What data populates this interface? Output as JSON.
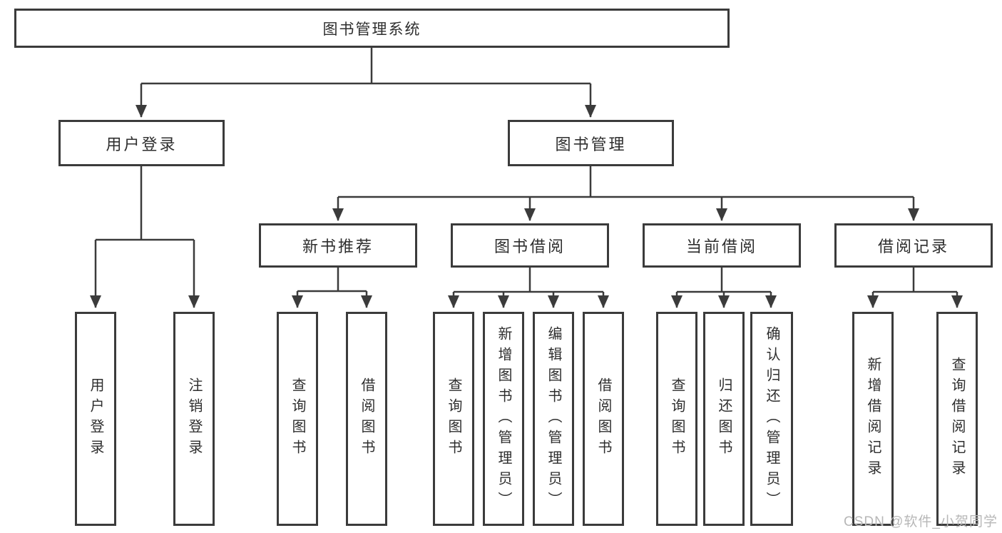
{
  "tree": {
    "root": {
      "label": "图书管理系统"
    },
    "branches": [
      {
        "label": "用户登录",
        "children": [
          "用户登录",
          "注销登录"
        ]
      },
      {
        "label": "图书管理",
        "children": [
          {
            "label": "新书推荐",
            "children": [
              "查询图书",
              "借阅图书"
            ]
          },
          {
            "label": "图书借阅",
            "children": [
              "查询图书",
              "新增图书（管理员）",
              "编辑图书（管理员）",
              "借阅图书"
            ]
          },
          {
            "label": "当前借阅",
            "children": [
              "查询图书",
              "归还图书",
              "确认归还（管理员）"
            ]
          },
          {
            "label": "借阅记录",
            "children": [
              "新增借阅记录",
              "查询借阅记录"
            ]
          }
        ]
      }
    ]
  },
  "watermark": {
    "text": "CSDN @软件_小贺同学"
  },
  "colors": {
    "line": "#3b3b3b",
    "box_border": "#3b3b3b",
    "text": "#2e2e2e",
    "watermark": "#b7b7b7",
    "background": "#ffffff"
  }
}
